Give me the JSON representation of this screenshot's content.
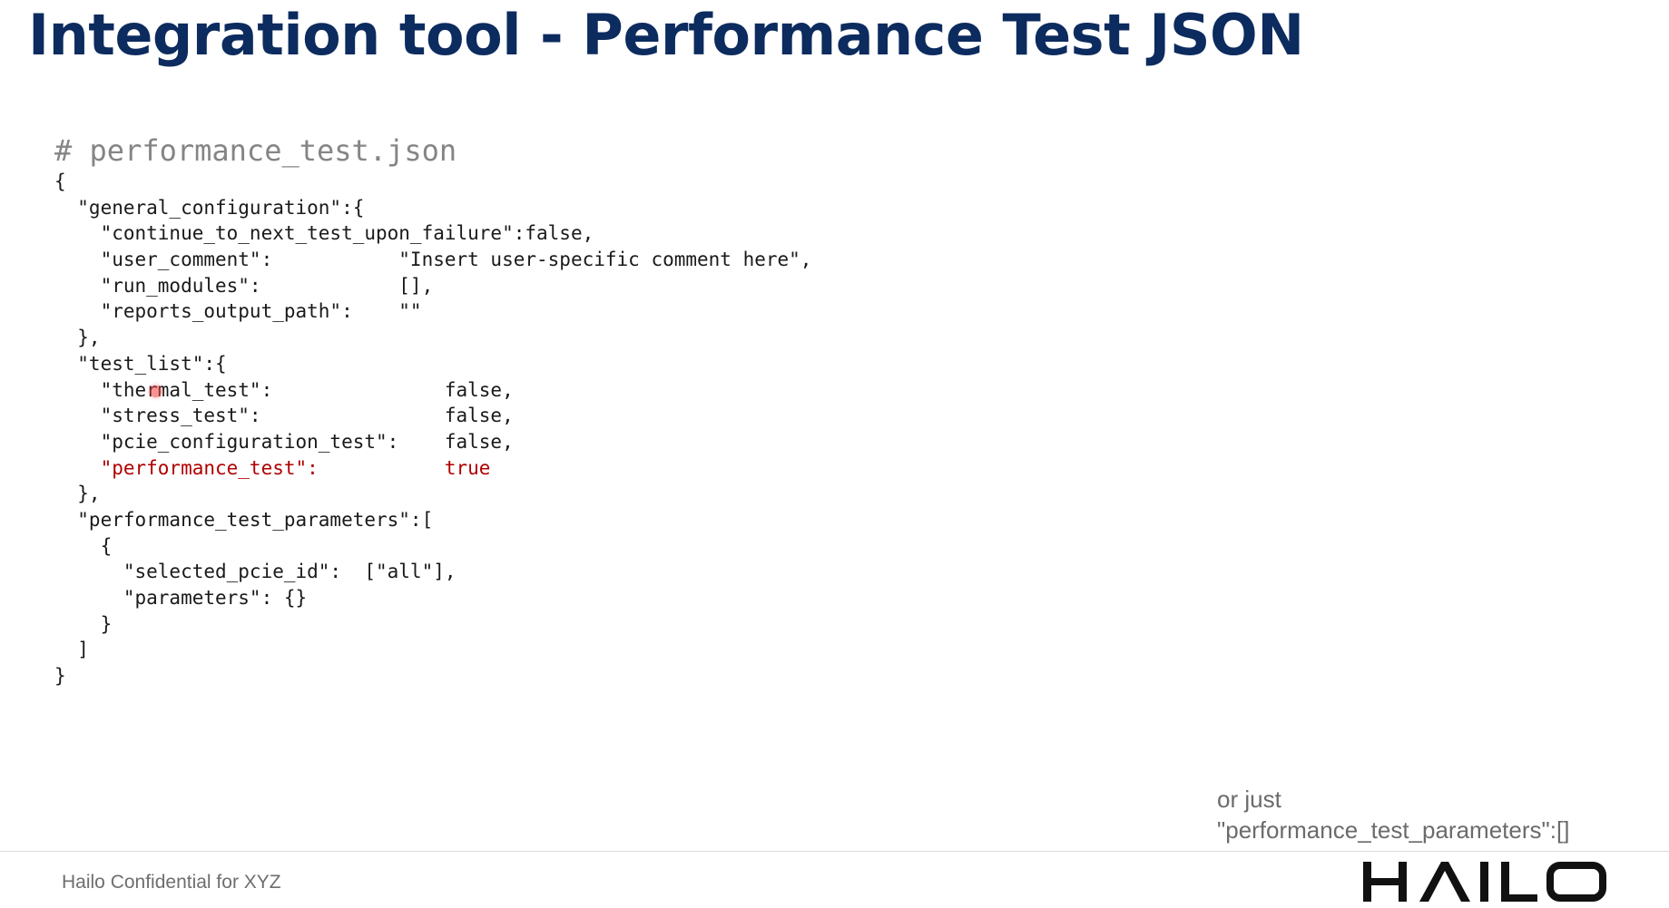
{
  "slide": {
    "title": "Integration tool - Performance Test JSON",
    "footer": "Hailo Confidential for XYZ",
    "logo_text": "HAILO"
  },
  "code": {
    "comment": "# performance_test.json",
    "lines": [
      "{",
      "  \"general_configuration\":{",
      "    \"continue_to_next_test_upon_failure\":false,",
      "    \"user_comment\":           \"Insert user-specific comment here\",",
      "    \"run_modules\":            [],",
      "    \"reports_output_path\":    \"\"",
      "  },",
      "  \"test_list\":{",
      "    \"thermal_test\":               false,",
      "    \"stress_test\":                false,",
      "    \"pcie_configuration_test\":    false,",
      "    \"performance_test\":           true",
      "  },",
      "  \"performance_test_parameters\":[",
      "    {",
      "      \"selected_pcie_id\":  [\"all\"],",
      "      \"parameters\": {}",
      "    }",
      "  ]",
      "}"
    ]
  },
  "note": {
    "line1": "or just",
    "line2": "\"performance_test_parameters\":[]"
  },
  "colors": {
    "title": "#0c2b5e",
    "highlight": "#b00000",
    "comment": "#858585"
  }
}
